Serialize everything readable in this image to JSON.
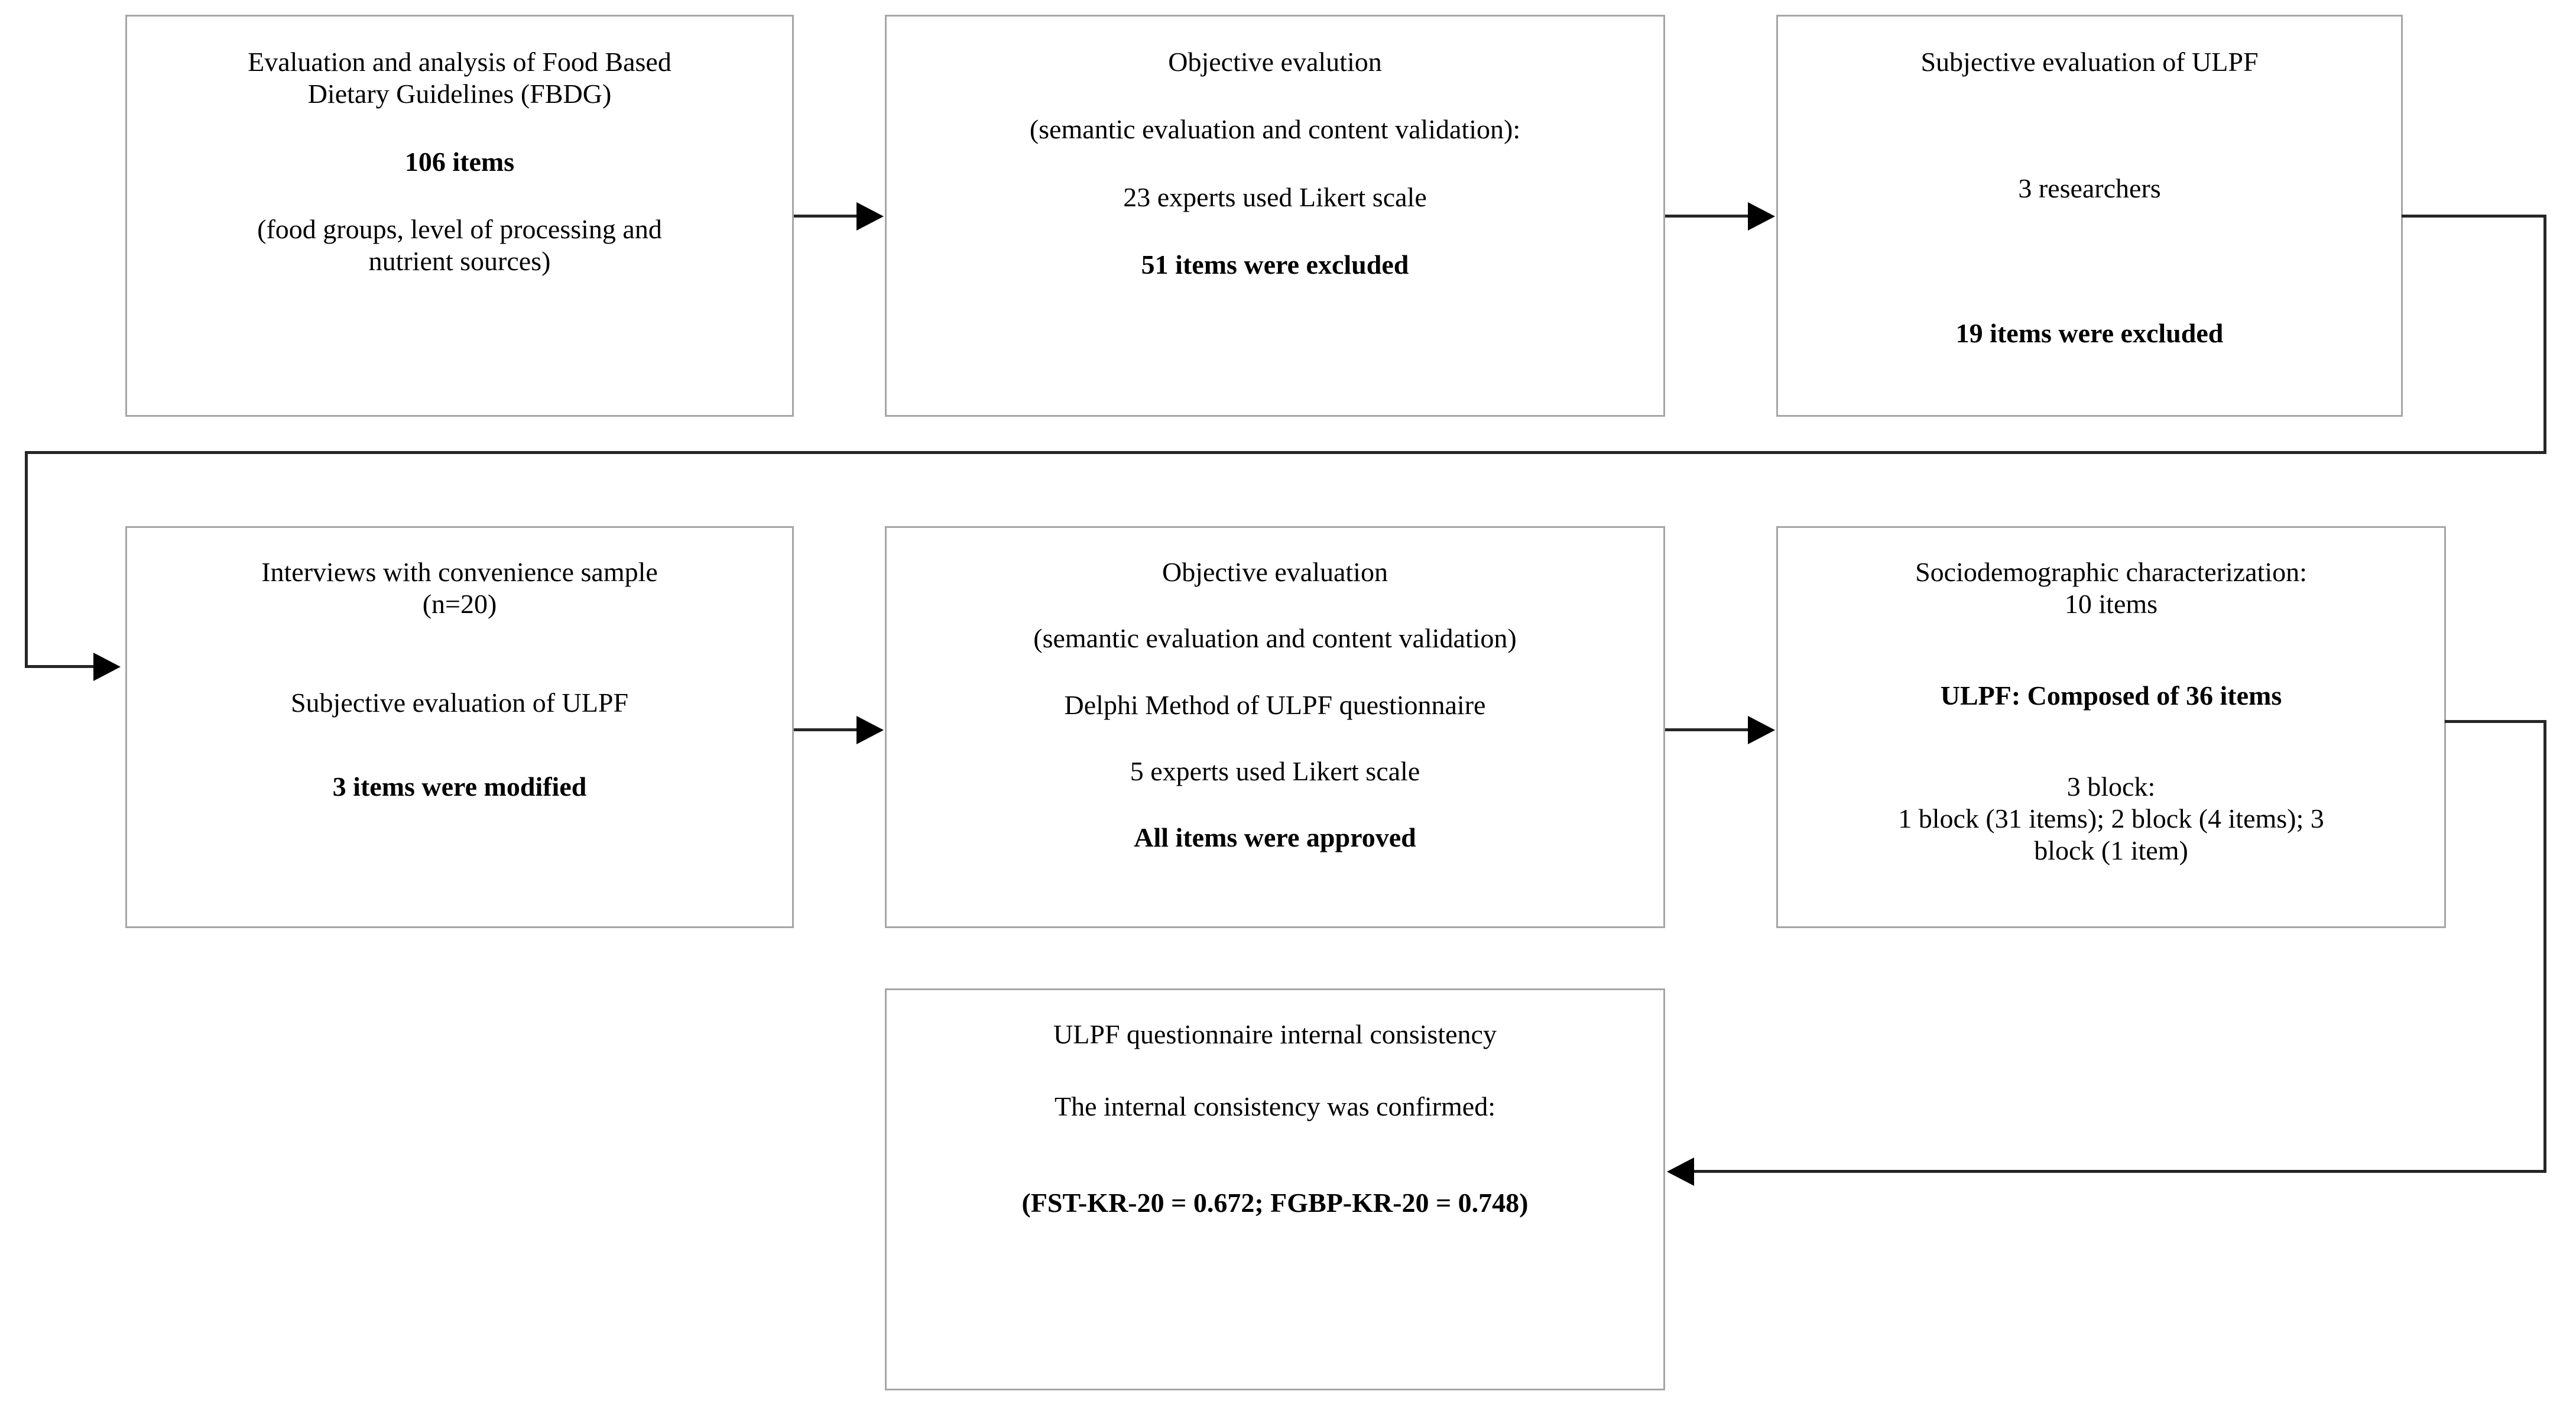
{
  "diagram": {
    "type": "flowchart",
    "title": "ULPF questionnaire development and validation flowchart",
    "box_border_color": "#a6a6a6",
    "connector_color": "#262626",
    "nodes": [
      {
        "id": "node-1",
        "name": "evaluation-fbdg",
        "lines": [
          {
            "text": "Evaluation and analysis of Food Based",
            "bold": false,
            "gap": "none"
          },
          {
            "text": "Dietary Guidelines (FBDG)",
            "bold": false,
            "gap": "none"
          },
          {
            "text": "106 items",
            "bold": true,
            "gap": "large"
          },
          {
            "text": "(food groups, level of processing and",
            "bold": false,
            "gap": "large"
          },
          {
            "text": "nutrient sources)",
            "bold": false,
            "gap": "none"
          }
        ]
      },
      {
        "id": "node-2",
        "name": "objective-evalution-experts",
        "lines": [
          {
            "text": "Objective evalution",
            "bold": false,
            "gap": "none"
          },
          {
            "text": "(semantic evaluation and content validation):",
            "bold": false,
            "gap": "large"
          },
          {
            "text": "23 experts used Likert scale",
            "bold": false,
            "gap": "large"
          },
          {
            "text": "51 items were excluded",
            "bold": true,
            "gap": "large"
          }
        ]
      },
      {
        "id": "node-3",
        "name": "subjective-evaluation-ulpf",
        "lines": [
          {
            "text": "Subjective evaluation of ULPF",
            "bold": false,
            "gap": "none"
          },
          {
            "text": "3 researchers",
            "bold": false,
            "gap": "large"
          },
          {
            "text": "19 items were excluded",
            "bold": true,
            "gap": "large"
          }
        ]
      },
      {
        "id": "node-4",
        "name": "interviews-convenience-sample",
        "lines": [
          {
            "text": "Interviews with convenience sample",
            "bold": false,
            "gap": "none"
          },
          {
            "text": "(n=20)",
            "bold": false,
            "gap": "none"
          },
          {
            "text": "Subjective evaluation of ULPF",
            "bold": false,
            "gap": "large"
          },
          {
            "text": "3 items were modified",
            "bold": true,
            "gap": "large"
          }
        ]
      },
      {
        "id": "node-5",
        "name": "delphi-method-objective-evaluation",
        "lines": [
          {
            "text": "Objective evaluation",
            "bold": false,
            "gap": "none"
          },
          {
            "text": "(semantic evaluation and content validation)",
            "bold": false,
            "gap": "large"
          },
          {
            "text": "Delphi Method of ULPF questionnaire",
            "bold": false,
            "gap": "large"
          },
          {
            "text": "5 experts used Likert scale",
            "bold": false,
            "gap": "large"
          },
          {
            "text": "All items were approved",
            "bold": true,
            "gap": "large"
          }
        ]
      },
      {
        "id": "node-6",
        "name": "sociodemographic-characterization",
        "lines": [
          {
            "text": "Sociodemographic characterization:",
            "bold": false,
            "gap": "none"
          },
          {
            "text": "10 items",
            "bold": false,
            "gap": "none"
          },
          {
            "text": "ULPF: Composed of 36 items",
            "bold": true,
            "gap": "large"
          },
          {
            "text": "3 block:",
            "bold": false,
            "gap": "large"
          },
          {
            "text": "1 block (31 items); 2 block (4 items); 3",
            "bold": false,
            "gap": "none"
          },
          {
            "text": "block (1 item)",
            "bold": false,
            "gap": "none"
          }
        ]
      },
      {
        "id": "node-7",
        "name": "internal-consistency",
        "lines": [
          {
            "text": "ULPF questionnaire internal consistency",
            "bold": false,
            "gap": "none"
          },
          {
            "text": "The internal consistency was confirmed:",
            "bold": false,
            "gap": "large"
          },
          {
            "text": "(FST-KR-20 = 0.672; FGBP-KR-20 = 0.748)",
            "bold": true,
            "gap": "large"
          }
        ]
      }
    ],
    "connectors": [
      {
        "name": "connector-node1-to-node2",
        "from": "node-1",
        "to": "node-2",
        "style": "straight-right"
      },
      {
        "name": "connector-node2-to-node3",
        "from": "node-2",
        "to": "node-3",
        "style": "straight-right"
      },
      {
        "name": "connector-node3-to-node4",
        "from": "node-3",
        "to": "node-4",
        "style": "wrap-right-down-left"
      },
      {
        "name": "connector-node4-to-node5",
        "from": "node-4",
        "to": "node-5",
        "style": "straight-right"
      },
      {
        "name": "connector-node5-to-node6",
        "from": "node-5",
        "to": "node-6",
        "style": "straight-right"
      },
      {
        "name": "connector-node6-to-node7",
        "from": "node-6",
        "to": "node-7",
        "style": "right-down-left"
      }
    ]
  }
}
